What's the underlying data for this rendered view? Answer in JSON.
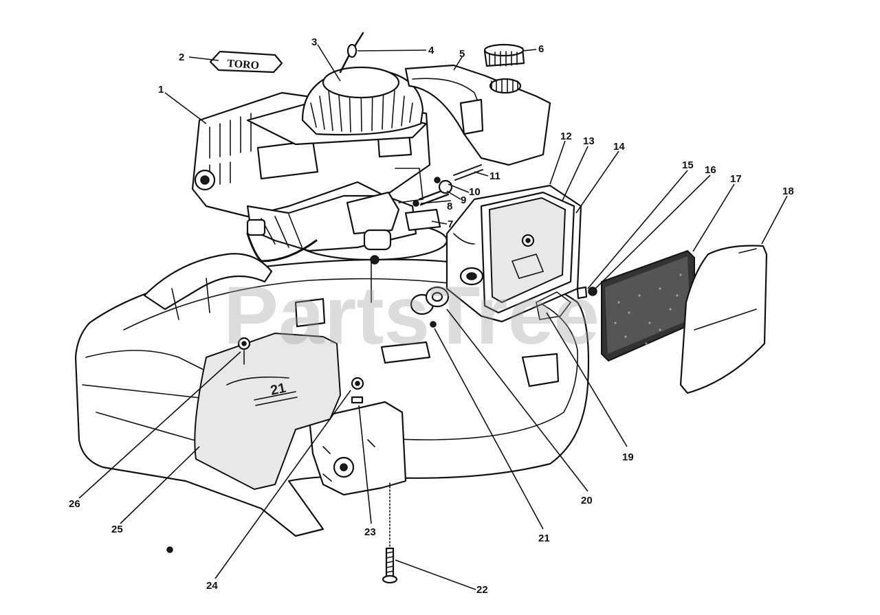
{
  "watermark": "PartsTree",
  "logo_text": "TORO",
  "deck_label": "21",
  "callouts": [
    {
      "id": "1",
      "label": "1"
    },
    {
      "id": "2",
      "label": "2"
    },
    {
      "id": "3",
      "label": "3"
    },
    {
      "id": "4",
      "label": "4"
    },
    {
      "id": "5",
      "label": "5"
    },
    {
      "id": "6",
      "label": "6"
    },
    {
      "id": "7",
      "label": "7"
    },
    {
      "id": "8",
      "label": "8"
    },
    {
      "id": "9",
      "label": "9"
    },
    {
      "id": "10",
      "label": "10"
    },
    {
      "id": "11",
      "label": "11"
    },
    {
      "id": "12",
      "label": "12"
    },
    {
      "id": "13",
      "label": "13"
    },
    {
      "id": "14",
      "label": "14"
    },
    {
      "id": "15",
      "label": "15"
    },
    {
      "id": "16",
      "label": "16"
    },
    {
      "id": "17",
      "label": "17"
    },
    {
      "id": "18",
      "label": "18"
    },
    {
      "id": "19",
      "label": "19"
    },
    {
      "id": "20",
      "label": "20"
    },
    {
      "id": "21",
      "label": "21"
    },
    {
      "id": "22",
      "label": "22"
    },
    {
      "id": "23",
      "label": "23"
    },
    {
      "id": "24",
      "label": "24"
    },
    {
      "id": "25",
      "label": "25"
    },
    {
      "id": "26",
      "label": "26"
    }
  ]
}
